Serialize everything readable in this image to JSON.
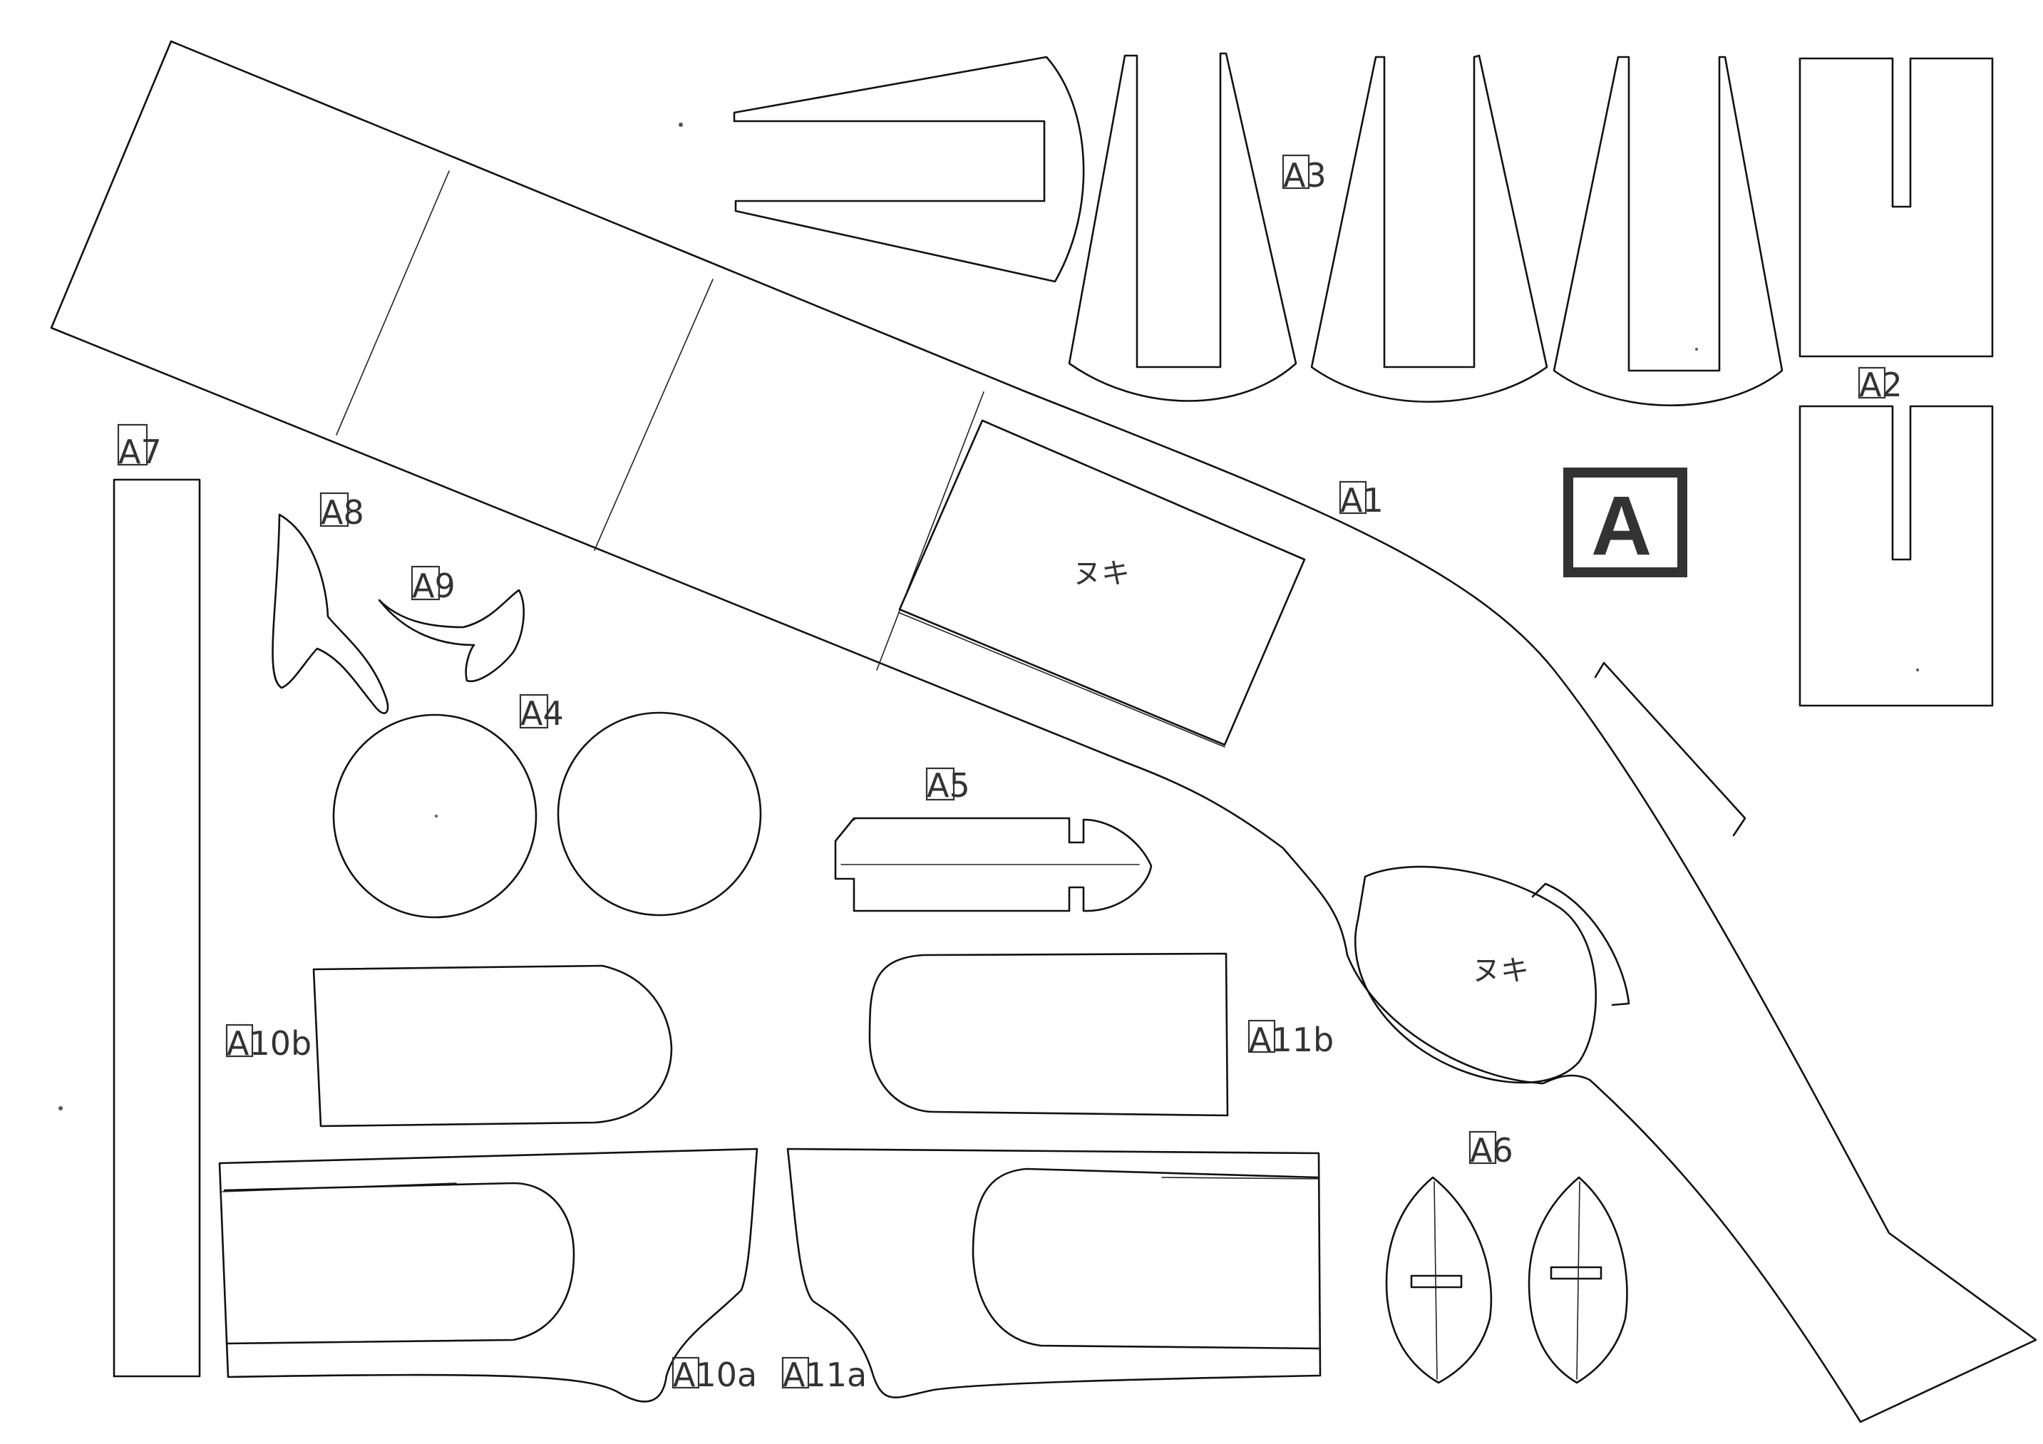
{
  "sheet_mark": "A",
  "labels": {
    "a1": "A1",
    "a2": "A2",
    "a3": "A3",
    "a4": "A4",
    "a5": "A5",
    "a6": "A6",
    "a7": "A7",
    "a8": "A8",
    "a9": "A9",
    "a10a": "A10a",
    "a10b": "A10b",
    "a11a": "A11a",
    "a11b": "A11b"
  },
  "cutout_notes": {
    "a1_rect": "ヌキ",
    "a1_oval": "ヌキ"
  }
}
